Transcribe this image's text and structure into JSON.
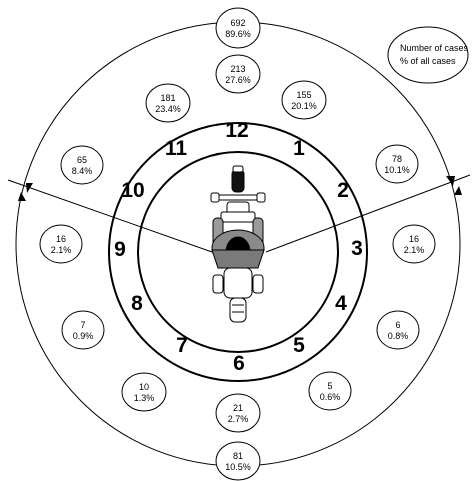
{
  "diagram": {
    "legend": {
      "line1": "Number of cases",
      "line2": "% of all cases"
    },
    "front": {
      "count": "692",
      "pct": "89.6%"
    },
    "rear": {
      "count": "81",
      "pct": "10.5%"
    },
    "hours": [
      "12",
      "1",
      "2",
      "3",
      "4",
      "5",
      "6",
      "7",
      "8",
      "9",
      "10",
      "11"
    ],
    "sectors": [
      {
        "clock": "12",
        "count": "213",
        "pct": "27.6%"
      },
      {
        "clock": "1",
        "count": "155",
        "pct": "20.1%"
      },
      {
        "clock": "2",
        "count": "78",
        "pct": "10.1%"
      },
      {
        "clock": "3",
        "count": "16",
        "pct": "2.1%"
      },
      {
        "clock": "4",
        "count": "6",
        "pct": "0.8%"
      },
      {
        "clock": "5",
        "count": "5",
        "pct": "0.6%"
      },
      {
        "clock": "6",
        "count": "21",
        "pct": "2.7%"
      },
      {
        "clock": "7",
        "count": "10",
        "pct": "1.3%"
      },
      {
        "clock": "8",
        "count": "7",
        "pct": "0.9%"
      },
      {
        "clock": "9",
        "count": "16",
        "pct": "2.1%"
      },
      {
        "clock": "10",
        "count": "65",
        "pct": "8.4%"
      },
      {
        "clock": "11",
        "count": "181",
        "pct": "23.4%"
      }
    ]
  }
}
